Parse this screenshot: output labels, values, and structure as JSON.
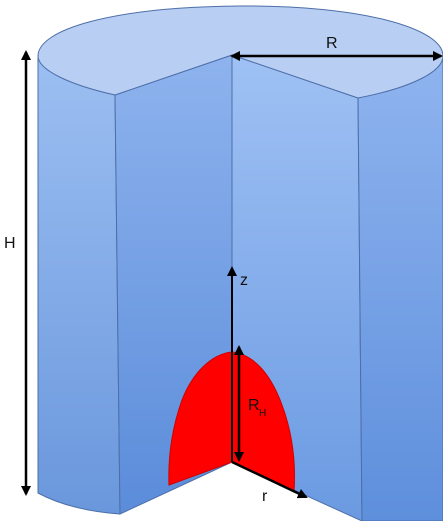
{
  "diagram": {
    "labels": {
      "height": "H",
      "radius": "R",
      "z_axis": "z",
      "r_axis": "r",
      "hotspot_radius_main": "R",
      "hotspot_radius_sub": "H"
    },
    "colors": {
      "cylinder_top": "#b7cdf2",
      "cylinder_side_light": "#8fb4ee",
      "cylinder_side_dark": "#5f8fdb",
      "edge": "#4d6fa8",
      "hotspot": "#ff0000",
      "arrow": "#000000"
    }
  }
}
